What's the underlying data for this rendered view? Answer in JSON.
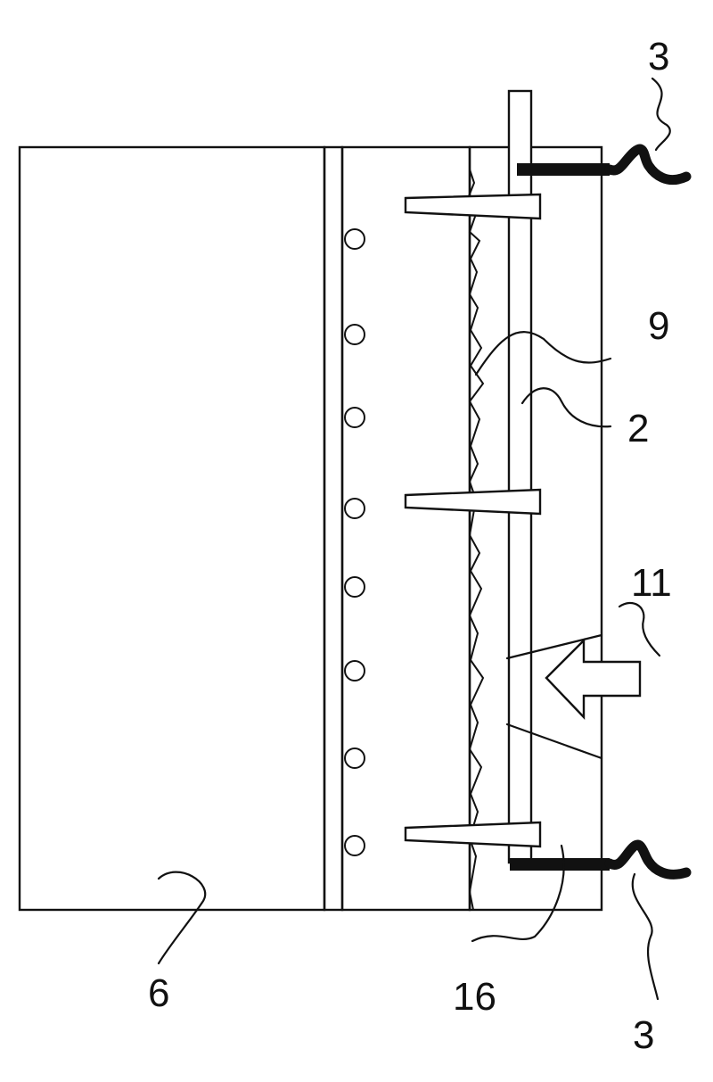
{
  "figure": {
    "labels": {
      "l3_top": "3",
      "l9": "9",
      "l2": "2",
      "l11": "11",
      "l6": "6",
      "l16": "16",
      "l3_bottom": "3"
    }
  }
}
